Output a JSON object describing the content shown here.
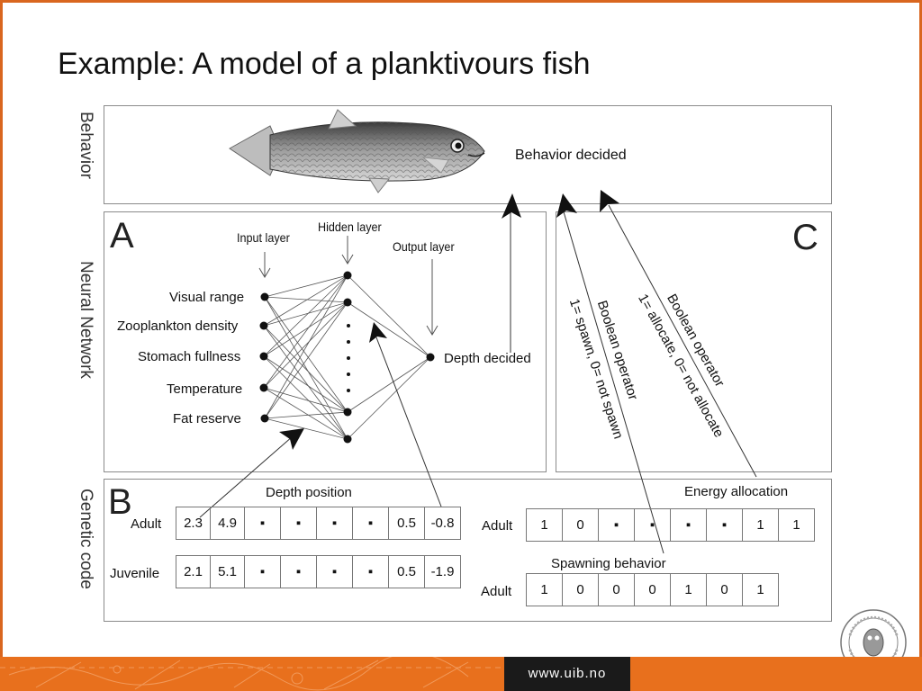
{
  "slide_title": "Example: A model of a planktivours fish",
  "side_labels": {
    "behavior": "Behavior",
    "neural_network": "Neural Network",
    "genetic_code": "Genetic code"
  },
  "panel_letters": {
    "a": "A",
    "b": "B",
    "c": "C"
  },
  "behavior_decided": "Behavior decided",
  "network": {
    "input_layer": "Input layer",
    "hidden_layer": "Hidden layer",
    "output_layer": "Output layer",
    "inputs": [
      "Visual range",
      "Zooplankton density",
      "Stomach fullness",
      "Temperature",
      "Fat reserve"
    ],
    "output": "Depth decided"
  },
  "operators": {
    "spawn_operator": "Boolean operator",
    "spawn_rule": "1= spawn, 0= not spawn",
    "allocate_operator": "Boolean operator",
    "allocate_rule": "1= allocate, 0= not allocate"
  },
  "genetic": {
    "depth_position": "Depth position",
    "energy_allocation": "Energy allocation",
    "spawning_behavior": "Spawning behavior",
    "adult_label": "Adult",
    "juvenile_label": "Juvenile",
    "depth_adult": [
      "2.3",
      "4.9",
      "▪",
      "▪",
      "▪",
      "▪",
      "0.5",
      "-0.8"
    ],
    "depth_juvenile": [
      "2.1",
      "5.1",
      "▪",
      "▪",
      "▪",
      "▪",
      "0.5",
      "-1.9"
    ],
    "energy_adult": [
      "1",
      "0",
      "▪",
      "▪",
      "▪",
      "▪",
      "1",
      "1"
    ],
    "spawning_adult": [
      "1",
      "0",
      "0",
      "0",
      "1",
      "0",
      "1"
    ]
  },
  "footer": {
    "url": "www.uib.no"
  },
  "colors": {
    "accent": "#e8701d",
    "frame": "#d9661f",
    "footer_dark": "#1a1a1a"
  },
  "icons": {
    "fish": "fish-illustration",
    "seal": "university-seal"
  }
}
